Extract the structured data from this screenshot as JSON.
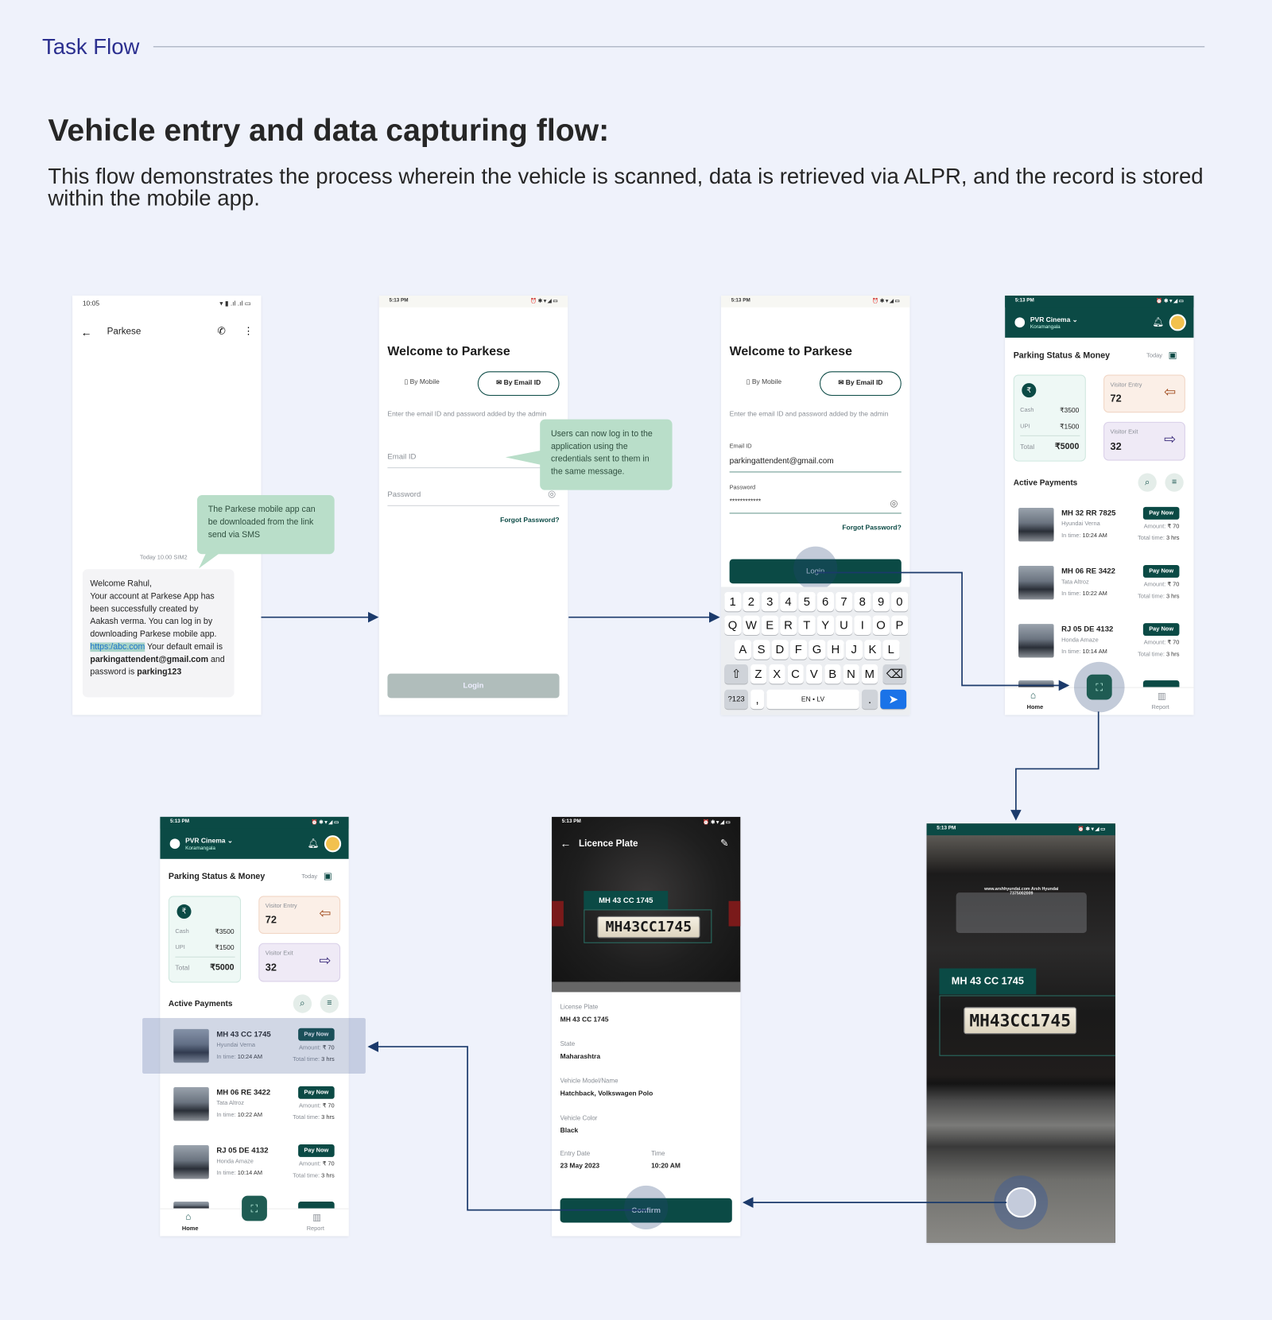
{
  "page": {
    "section_title": "Task Flow",
    "heading": "Vehicle entry and data capturing flow:",
    "description": "This flow demonstrates the process wherein the vehicle is scanned, data is retrieved via ALPR, and the record is stored within the mobile app."
  },
  "colors": {
    "brand": "#0b4a45",
    "callout": "#b9dec9",
    "arrow": "#1b3a6b",
    "background": "#eff2fb"
  },
  "annotations": {
    "sms_callout": "The Parkese mobile app can be downloaded from the link send via SMS",
    "login_callout": "Users can now log in to the application using the credentials sent to them in the same message."
  },
  "sms": {
    "status_time": "10:05",
    "contact": "Parkese",
    "timestamp": "Today 10.00 SIM2",
    "line1": "Welcome Rahul,",
    "line2": "Your account at Parkese App has been successfully created by Aakash verma. You can log in by downloading Parkese mobile app.",
    "link": "https:/abc.com",
    "line3": " Your default email is ",
    "email": "parkingattendent@gmail.com",
    "line4": " and password is ",
    "password": "parking123"
  },
  "login": {
    "status_time": "5:13 PM",
    "title": "Welcome to Parkese",
    "tab_mobile": "By Mobile",
    "tab_email": "By Email ID",
    "hint": "Enter the email ID and password added by the admin",
    "email_label": "Email ID",
    "password_label": "Password",
    "forgot": "Forgot Password?",
    "login_button": "Login",
    "email_value": "parkingattendent@gmail.com",
    "password_value": "************"
  },
  "keyboard": {
    "rows": [
      [
        "1",
        "2",
        "3",
        "4",
        "5",
        "6",
        "7",
        "8",
        "9",
        "0"
      ],
      [
        "Q",
        "W",
        "E",
        "R",
        "T",
        "Y",
        "U",
        "I",
        "O",
        "P"
      ],
      [
        "A",
        "S",
        "D",
        "F",
        "G",
        "H",
        "J",
        "K",
        "L"
      ],
      [
        "Z",
        "X",
        "C",
        "V",
        "B",
        "N",
        "M"
      ]
    ],
    "symbols": "?123",
    "comma": ",",
    "space": "EN • LV",
    "period": "."
  },
  "dash4": {
    "status_time": "5:13 PM",
    "location": "PVR Cinema",
    "area": "Koramangala",
    "section": "Parking Status & Money",
    "date_filter": "Today",
    "cash_label": "Cash",
    "cash": "₹3500",
    "upi_label": "UPI",
    "upi": "₹1500",
    "total_label": "Total",
    "total": "₹5000",
    "entry_label": "Visitor Entry",
    "entry": "72",
    "exit_label": "Visitor Exit",
    "exit": "32",
    "active": "Active Payments",
    "nav_home": "Home",
    "nav_report": "Report",
    "rows": [
      {
        "plate": "MH 32 RR 7825",
        "model": "Hyundai Verna",
        "in_label": "In time: ",
        "in": "10:24 AM",
        "pay": "Pay Now",
        "amount_label": "Amount: ",
        "amount": "₹ 70",
        "total_label": "Total time: ",
        "total": "3 hrs"
      },
      {
        "plate": "MH 06 RE 3422",
        "model": "Tata Altroz",
        "in_label": "In time: ",
        "in": "10:22 AM",
        "pay": "Pay Now",
        "amount_label": "Amount: ",
        "amount": "₹ 70",
        "total_label": "Total time: ",
        "total": "3 hrs"
      },
      {
        "plate": "RJ 05 DE 4132",
        "model": "Honda Amaze",
        "in_label": "In time: ",
        "in": "10:14 AM",
        "pay": "Pay Now",
        "amount_label": "Amount: ",
        "amount": "₹ 70",
        "total_label": "Total time: ",
        "total": "3 hrs"
      }
    ]
  },
  "dash5": {
    "status_time": "5:13 PM",
    "location": "PVR Cinema",
    "area": "Koramangala",
    "section": "Parking Status & Money",
    "date_filter": "Today",
    "cash_label": "Cash",
    "cash": "₹3500",
    "upi_label": "UPI",
    "upi": "₹1500",
    "total_label": "Total",
    "total": "₹5000",
    "entry_label": "Visitor Entry",
    "entry": "72",
    "exit_label": "Visitor Exit",
    "exit": "32",
    "active": "Active Payments",
    "nav_home": "Home",
    "nav_report": "Report",
    "rows": [
      {
        "plate": "MH 43 CC 1745",
        "model": "Hyundai Verna",
        "in_label": "In time: ",
        "in": "10:24 AM",
        "pay": "Pay Now",
        "amount_label": "Amount: ",
        "amount": "₹ 70",
        "total_label": "Total time: ",
        "total": "3 hrs"
      },
      {
        "plate": "MH 06 RE 3422",
        "model": "Tata Altroz",
        "in_label": "In time: ",
        "in": "10:22 AM",
        "pay": "Pay Now",
        "amount_label": "Amount: ",
        "amount": "₹ 70",
        "total_label": "Total time: ",
        "total": "3 hrs"
      },
      {
        "plate": "RJ 05 DE 4132",
        "model": "Honda Amaze",
        "in_label": "In time: ",
        "in": "10:14 AM",
        "pay": "Pay Now",
        "amount_label": "Amount: ",
        "amount": "₹ 70",
        "total_label": "Total time: ",
        "total": "3 hrs"
      }
    ]
  },
  "details": {
    "status_time": "5:13 PM",
    "title": "Licence Plate",
    "detected_plate": "MH 43 CC 1745",
    "plate_image_text": "MH43CC1745",
    "fields": [
      {
        "label": "License Plate",
        "value": "MH 43 CC 1745"
      },
      {
        "label": "State",
        "value": "Maharashtra"
      },
      {
        "label": "Vehicle Model/Name",
        "value": "Hatchback, Volkswagen Polo"
      },
      {
        "label": "Vehicle Color",
        "value": "Black"
      }
    ],
    "entry_date_label": "Entry Date",
    "entry_date": "23 May 2023",
    "time_label": "Time",
    "time": "10:20 AM",
    "confirm": "Confirm"
  },
  "camera": {
    "status_time": "5:13 PM",
    "detected_plate": "MH 43 CC 1745",
    "plate_image_text": "MH43CC1745",
    "dealer_sticker": "www.arshhyundai.com Arsh Hyundai 7375002009"
  }
}
